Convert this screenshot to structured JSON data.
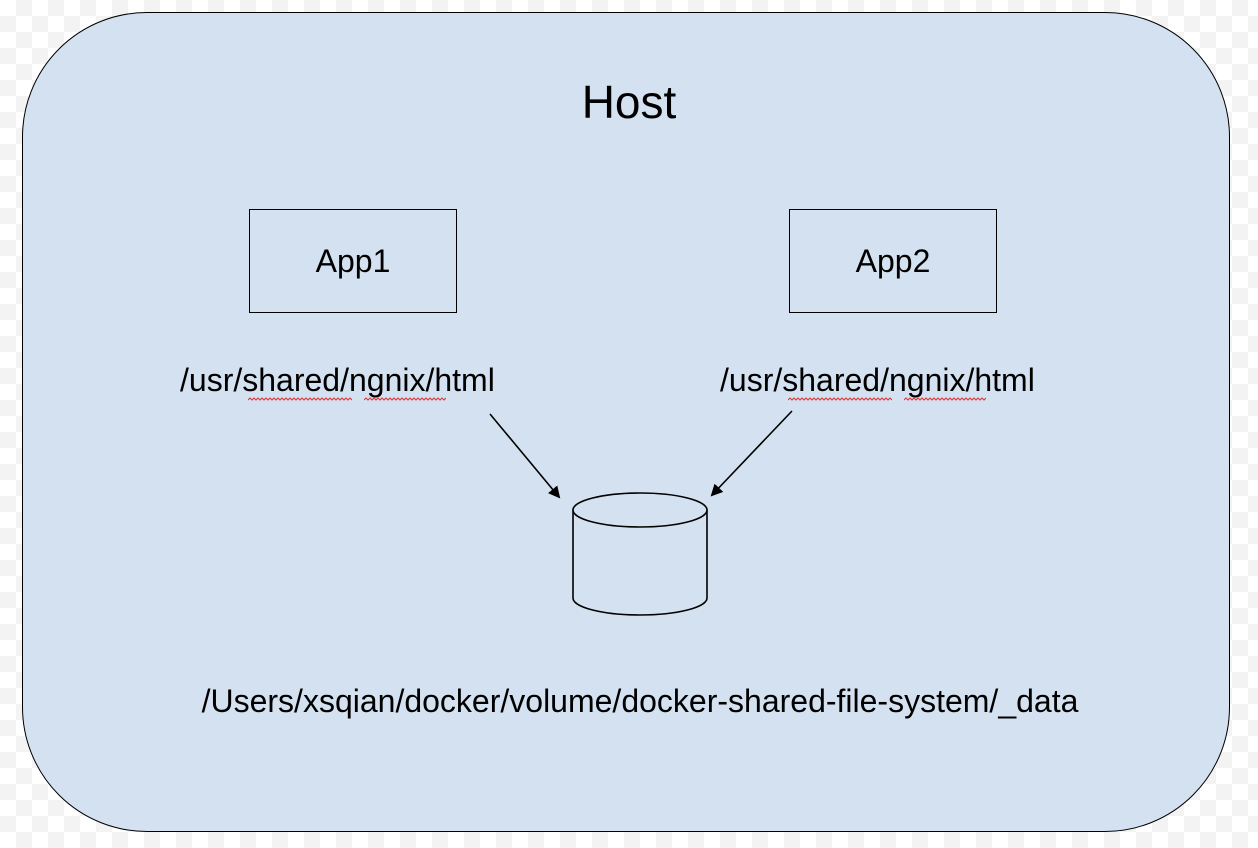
{
  "diagram": {
    "host_label": "Host",
    "apps": [
      {
        "label": "App1",
        "mount_path": "/usr/shared/ngnix/html"
      },
      {
        "label": "App2",
        "mount_path": "/usr/shared/ngnix/html"
      }
    ],
    "volume_path": "/Users/xsqian/docker/volume/docker-shared-file-system/_data",
    "colors": {
      "host_fill": "#d4e1f1",
      "stroke": "#000000",
      "spellcheck_underline": "#e03030"
    },
    "edges": [
      {
        "from": "App1 mount path",
        "to": "volume"
      },
      {
        "from": "App2 mount path",
        "to": "volume"
      }
    ]
  }
}
